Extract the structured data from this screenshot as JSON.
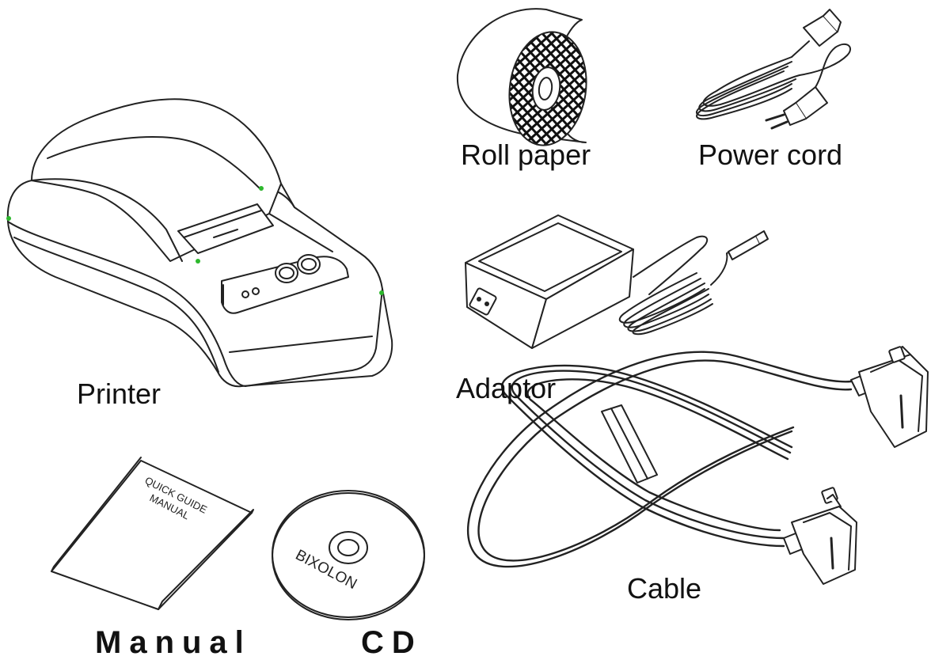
{
  "labels": {
    "roll_paper": "Roll paper",
    "power_cord": "Power cord",
    "printer": "Printer",
    "adaptor": "Adaptor",
    "cable": "Cable",
    "manual": "Manual",
    "cd": "CD"
  },
  "manual_cover": {
    "line1": "QUICK GUIDE",
    "line2": "MANUAL"
  },
  "cd_label": "BIXOLON",
  "colors": {
    "line": "#222222",
    "accent": "#2db82d"
  }
}
